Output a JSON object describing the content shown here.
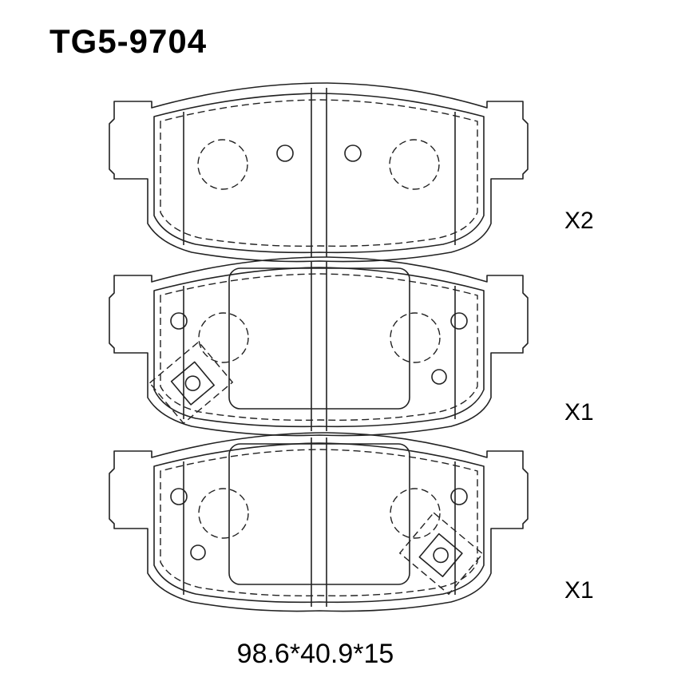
{
  "part_number": "TG5-9704",
  "views": [
    {
      "id": "outer-pad",
      "quantity": "X2"
    },
    {
      "id": "inner-pad-a",
      "quantity": "X1"
    },
    {
      "id": "inner-pad-b",
      "quantity": "X1"
    }
  ],
  "dimensions": "98.6*40.9*15"
}
